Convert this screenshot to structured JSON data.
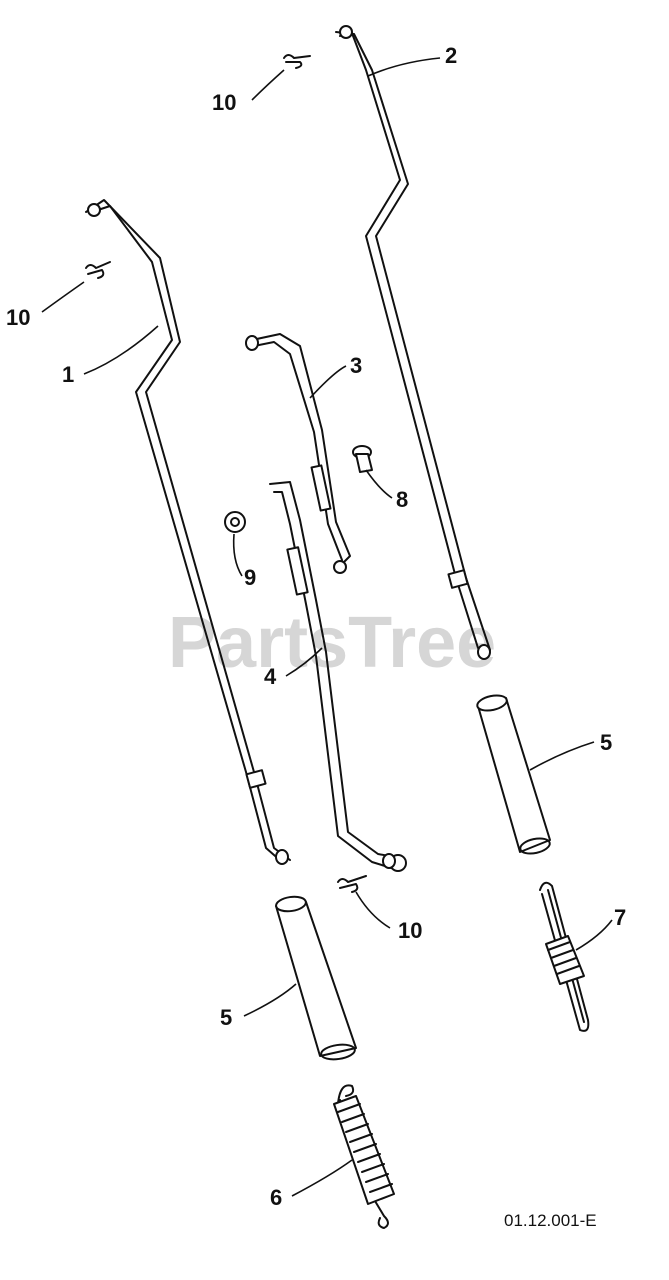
{
  "watermark": "PartsTree",
  "document_code": "01.12.001-E",
  "callouts": {
    "part_1": "1",
    "part_2": "2",
    "part_3": "3",
    "part_4": "4",
    "part_5a": "5",
    "part_5b": "5",
    "part_6": "6",
    "part_7": "7",
    "part_8": "8",
    "part_9": "9",
    "part_10a": "10",
    "part_10b": "10",
    "part_10c": "10"
  }
}
